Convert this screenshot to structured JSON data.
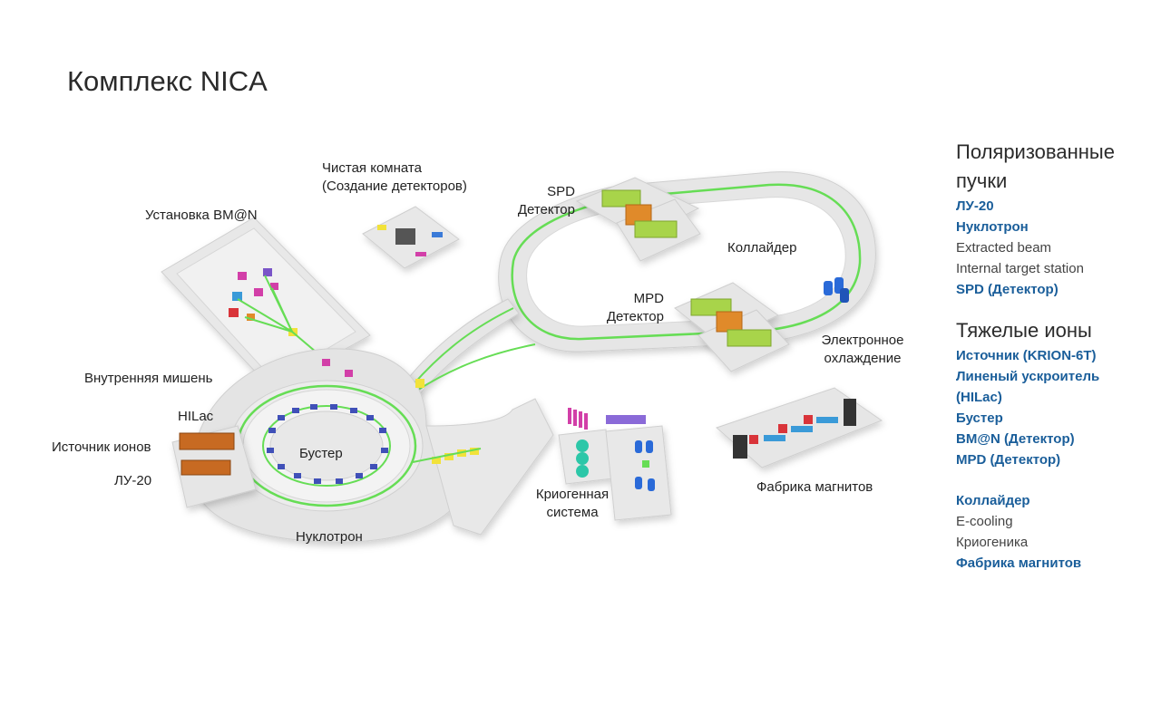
{
  "title": "Комплекс NICA",
  "diagram_labels": {
    "clean_room": [
      "Чистая комната",
      "(Создание детекторов)"
    ],
    "bmn": "Установка BM@N",
    "spd": [
      "SPD",
      "Детектор"
    ],
    "collider": "Коллайдер",
    "mpd": [
      "MPD",
      "Детектор"
    ],
    "ecool": [
      "Электронное",
      "охлаждение"
    ],
    "internal_target": "Внутренняя мишень",
    "hilac": "HILac",
    "ion_source": "Источник ионов",
    "lu20": "ЛУ-20",
    "booster": "Бустер",
    "nuclotron": "Нуклотрон",
    "cryo": [
      "Криогенная",
      "система"
    ],
    "magnet_factory": "Фабрика магнитов"
  },
  "legend": {
    "sections": [
      {
        "heading": "Поляризованные пучки",
        "items": [
          {
            "label": "ЛУ-20",
            "link": true
          },
          {
            "label": "Нуклотрон",
            "link": true
          },
          {
            "label": "Extracted beam",
            "link": false
          },
          {
            "label": "Internal target station",
            "link": false
          },
          {
            "label": "SPD (Детектор)",
            "link": true
          }
        ]
      },
      {
        "heading": "Тяжелые ионы",
        "items": [
          {
            "label": "Источник (KRION-6T)",
            "link": true
          },
          {
            "label": "Линеный ускроитель",
            "link": true
          },
          {
            "label": "(HILac)",
            "link": true
          },
          {
            "label": "Бустер",
            "link": true
          },
          {
            "label": "BM@N (Детектор)",
            "link": true
          },
          {
            "label": "MPD (Детектор)",
            "link": true
          }
        ]
      },
      {
        "heading": "",
        "items": [
          {
            "label": "Коллайдер",
            "link": true
          },
          {
            "label": "E-cooling",
            "link": false
          },
          {
            "label": "Криогеника",
            "link": false
          },
          {
            "label": "Фабрика магнитов",
            "link": true
          }
        ]
      }
    ]
  },
  "colors": {
    "link": "#1a5e9a",
    "beamline": "#66dd55",
    "platform": "#e6e6e6",
    "magnet_green": "#a8d44a",
    "detector_orange": "#e08a2a"
  }
}
